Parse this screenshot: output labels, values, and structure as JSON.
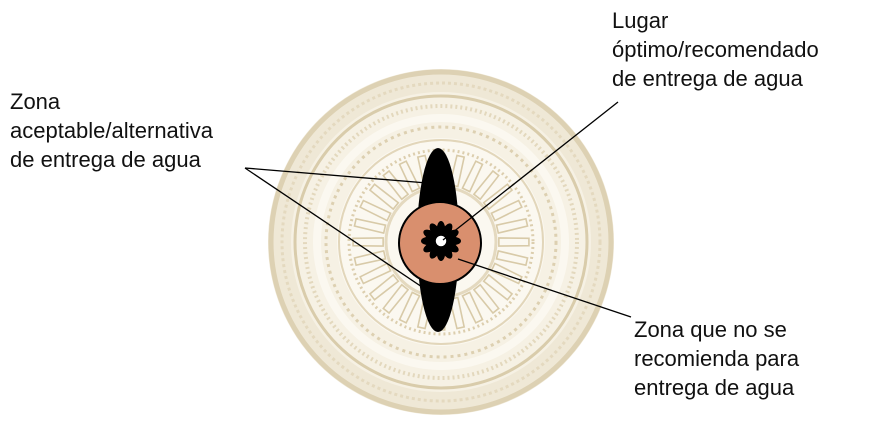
{
  "labels": {
    "optimal": [
      "Lugar",
      "óptimo/recomendado",
      "de entrega de agua"
    ],
    "acceptable": [
      "Zona",
      "aceptable/alternativa",
      "de entrega de agua"
    ],
    "not_recommended": [
      "Zona que no se",
      "recomienda para",
      "entrega de agua"
    ]
  },
  "colors": {
    "background_ring": "#e9e1cc",
    "background_ring_dark": "#d9ccab",
    "not_recommended_zone": "#d98f6e",
    "acceptable_zone": "#000000",
    "optimal_spot": "#ffffff"
  }
}
